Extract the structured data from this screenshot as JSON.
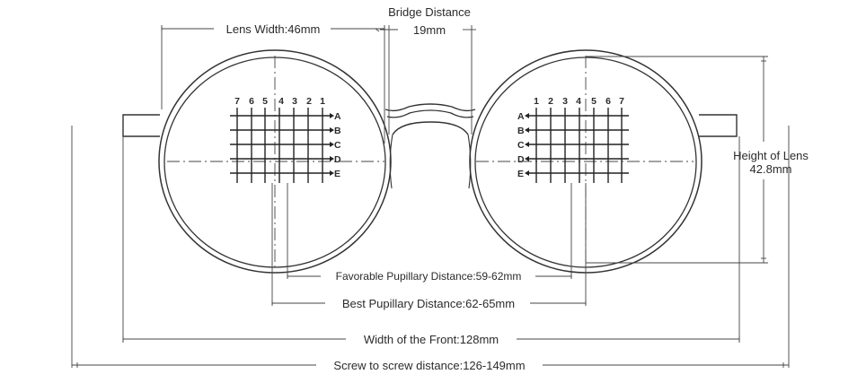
{
  "labels": {
    "bridge_distance_title": "Bridge Distance",
    "bridge_distance_value": "19mm",
    "lens_width": "Lens Width:46mm",
    "height_of_lens_title": "Height of Lens",
    "height_of_lens_value": "42.8mm",
    "favorable_pd": "Favorable Pupillary Distance:59-62mm",
    "best_pd": "Best Pupillary Distance:62-65mm",
    "width_of_front": "Width of the Front:128mm",
    "screw_to_screw": "Screw to screw distance:126-149mm"
  },
  "left_grid": {
    "columns": [
      "7",
      "6",
      "5",
      "4",
      "3",
      "2",
      "1"
    ],
    "rows": [
      "A",
      "B",
      "C",
      "D",
      "E"
    ]
  },
  "right_grid": {
    "columns": [
      "1",
      "2",
      "3",
      "4",
      "5",
      "6",
      "7"
    ],
    "rows": [
      "A",
      "B",
      "C",
      "D",
      "E"
    ]
  }
}
